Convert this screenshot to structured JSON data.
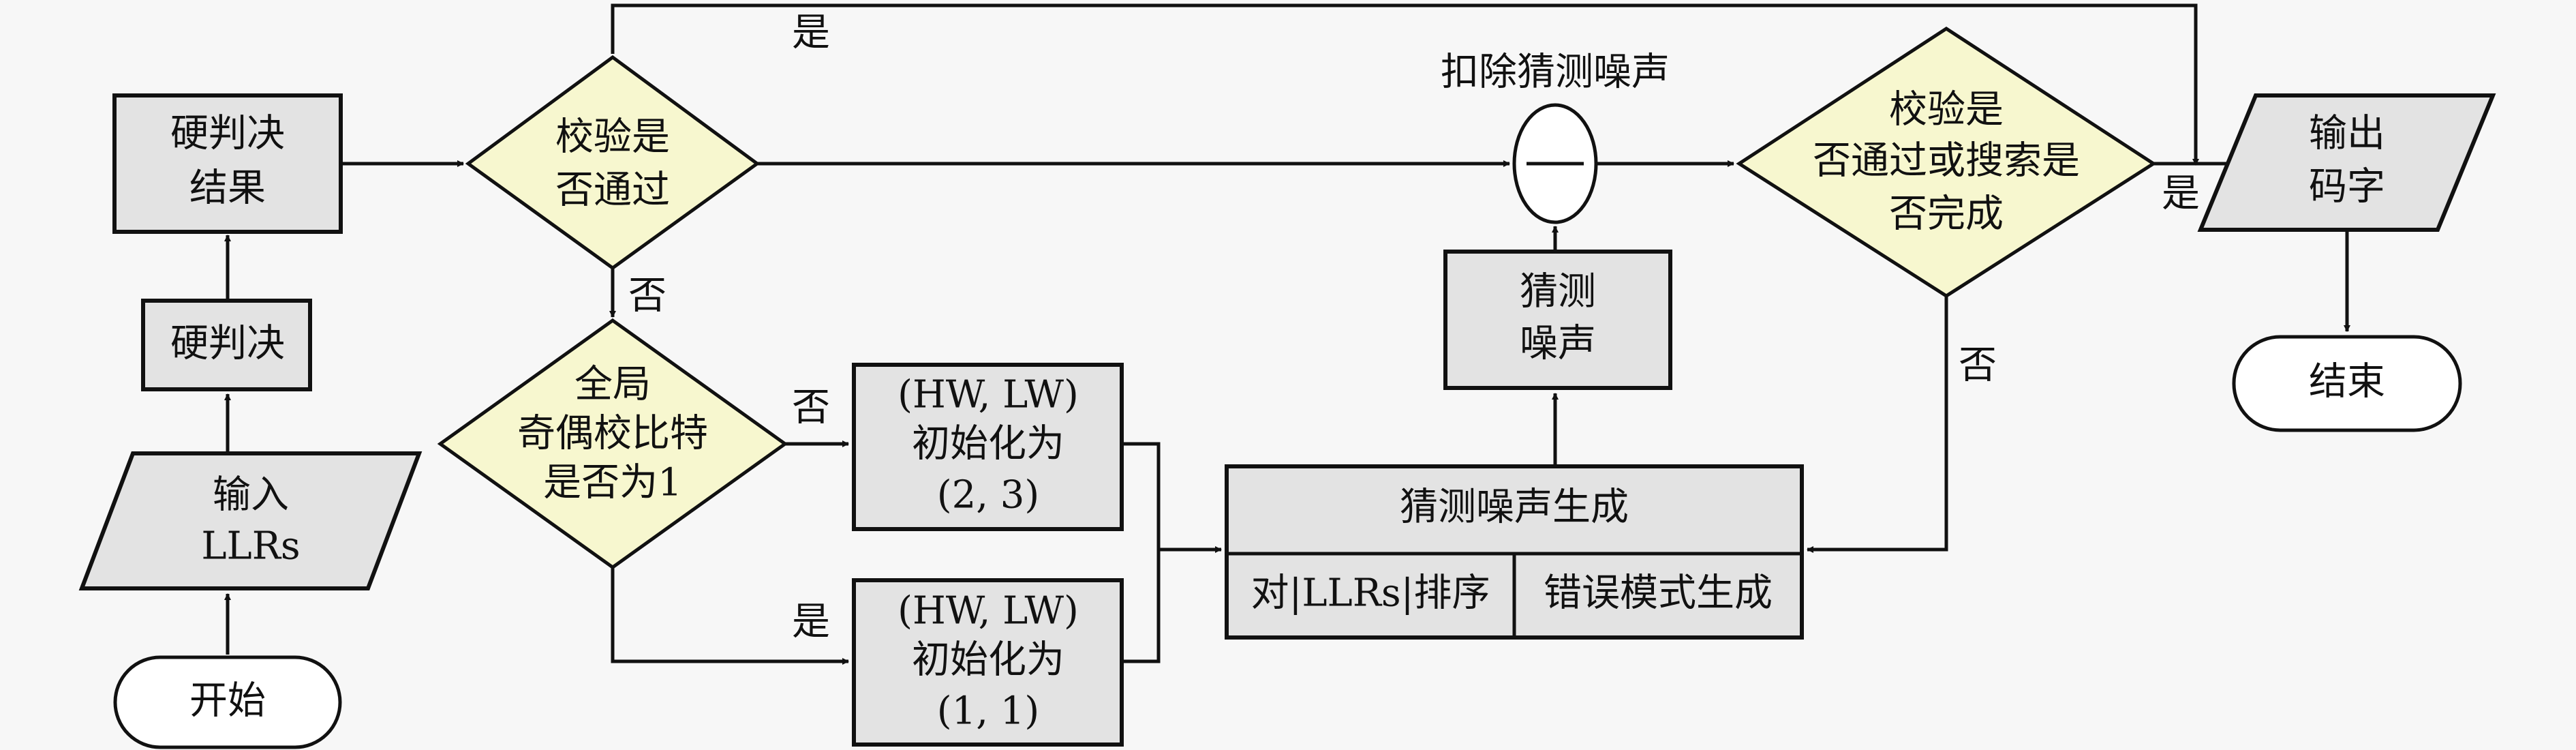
{
  "colors": {
    "box_fill": "#e3e3e3",
    "decision_fill": "#f7f7cf",
    "stroke": "#111111",
    "background": "#f7f7f7"
  },
  "nodes": {
    "start": {
      "label": "开始"
    },
    "input": {
      "line1": "输入",
      "line2": "LLRs"
    },
    "hard_decision": {
      "label": "硬判决"
    },
    "hard_result": {
      "line1": "硬判决",
      "line2": "结果"
    },
    "check1": {
      "line1": "校验是",
      "line2": "否通过"
    },
    "parity": {
      "line1": "全局",
      "line2": "奇偶校比特",
      "line3": "是否为1"
    },
    "init23": {
      "line1": "(HW, LW)",
      "line2": "初始化为",
      "line3": "(2, 3)"
    },
    "init11": {
      "line1": "(HW, LW)",
      "line2": "初始化为",
      "line3": "(1, 1)"
    },
    "gen": {
      "title": "猜测噪声生成",
      "left": "对|LLRs|排序",
      "right": "错误模式生成"
    },
    "guess": {
      "line1": "猜测",
      "line2": "噪声"
    },
    "subtract": {
      "label": "扣除猜测噪声",
      "symbol": "—"
    },
    "check2": {
      "line1": "校验是",
      "line2": "否通过或搜索是",
      "line3": "否完成"
    },
    "output": {
      "line1": "输出",
      "line2": "码字"
    },
    "end": {
      "label": "结束"
    }
  },
  "edge_labels": {
    "check1_yes": "是",
    "check1_no": "否",
    "parity_no": "否",
    "parity_yes": "是",
    "check2_yes": "是",
    "check2_no": "否"
  }
}
